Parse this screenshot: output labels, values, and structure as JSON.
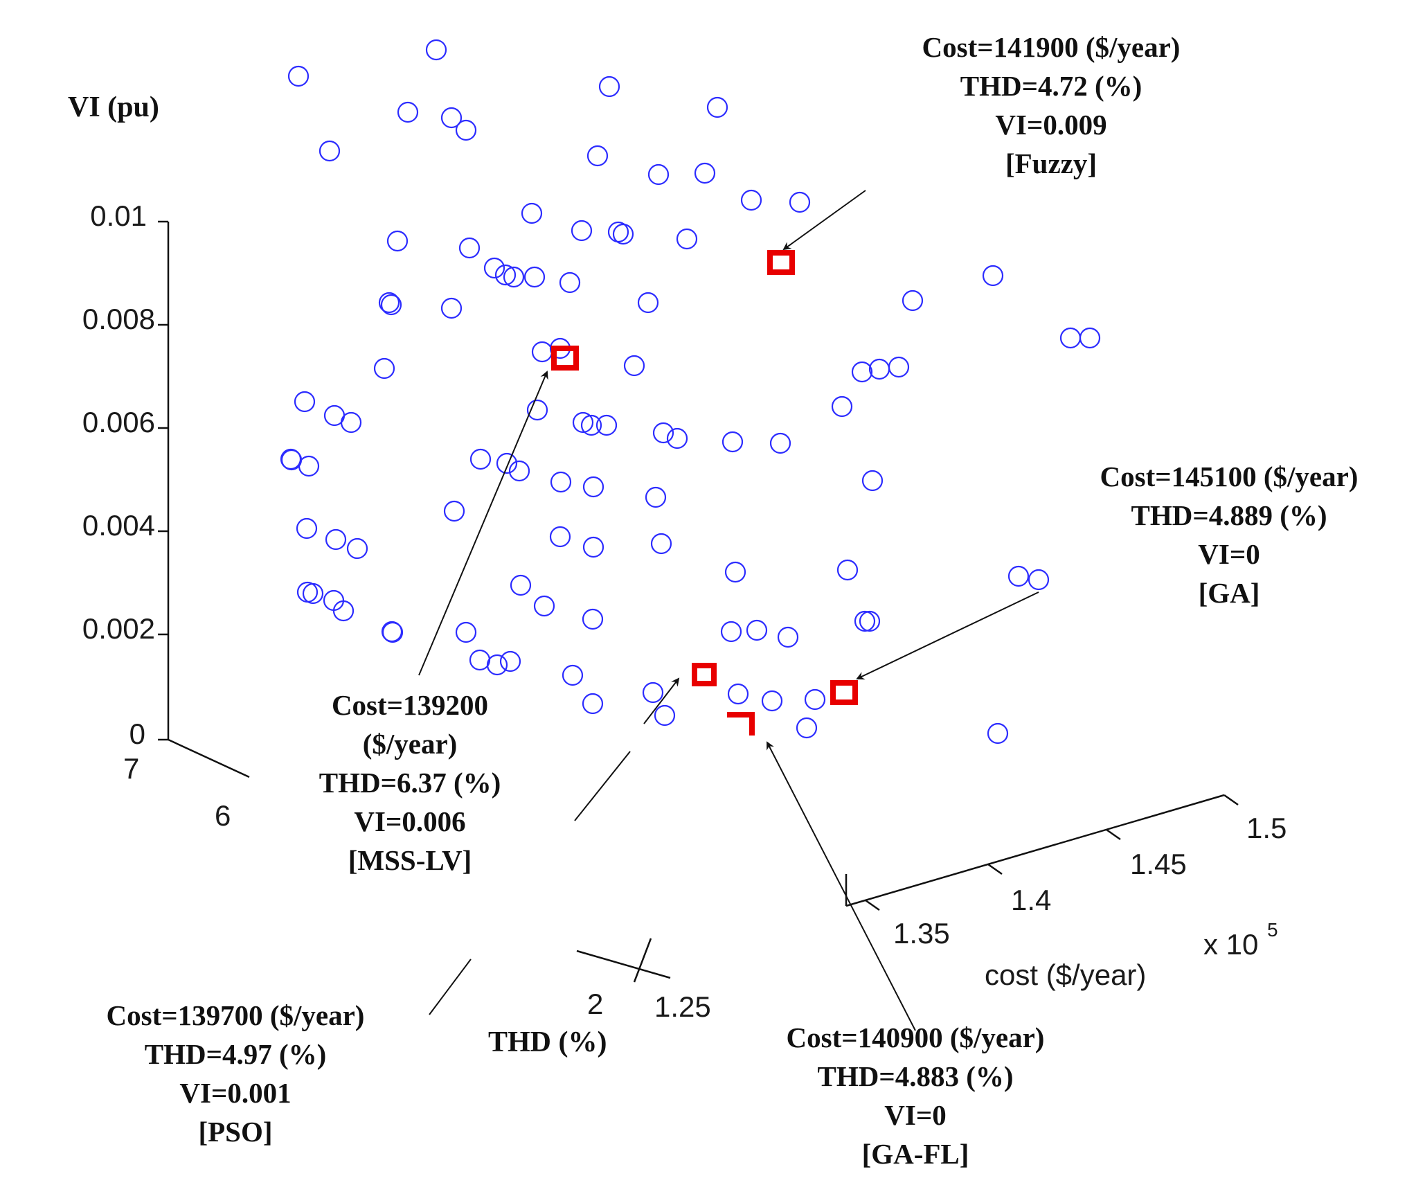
{
  "chart_data": {
    "type": "scatter3d",
    "colors": {
      "points": "#2c2cff",
      "highlight": "#e80000",
      "axes": "#111111"
    },
    "axes": {
      "z": {
        "label": "VI (pu)",
        "ticks": [
          "0",
          "0.002",
          "0.004",
          "0.006",
          "0.008",
          "0.01"
        ],
        "range": [
          0,
          0.01
        ]
      },
      "thd": {
        "label": "THD (%)",
        "ticks": [
          "7",
          "6",
          "2"
        ]
      },
      "cost": {
        "label": "cost ($/year)",
        "multiplier": "x 10",
        "exponent": "5",
        "ticks": [
          "1.25",
          "1.35",
          "1.4",
          "1.45",
          "1.5"
        ]
      }
    },
    "highlighted_solutions": [
      {
        "method": "Fuzzy",
        "lines": [
          "Cost=141900 ($/year)",
          "THD=4.72 (%)",
          "VI=0.009",
          "[Fuzzy]"
        ]
      },
      {
        "method": "MSS-LV",
        "lines": [
          "Cost=139200",
          "($/year)",
          "THD=6.37 (%)",
          "VI=0.006",
          "[MSS-LV]"
        ]
      },
      {
        "method": "GA",
        "lines": [
          "Cost=145100 ($/year)",
          "THD=4.889 (%)",
          "VI=0",
          "[GA]"
        ]
      },
      {
        "method": "PSO",
        "lines": [
          "Cost=139700 ($/year)",
          "THD=4.97 (%)",
          "VI=0.001",
          "[PSO]"
        ]
      },
      {
        "method": "GA-FL",
        "lines": [
          "Cost=140900 ($/year)",
          "THD=4.883 (%)",
          "VI=0",
          "[GA-FL]"
        ]
      }
    ]
  }
}
